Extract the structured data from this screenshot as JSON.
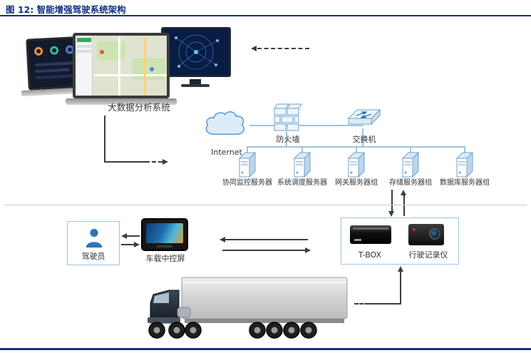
{
  "header": {
    "title": "图 12: 智能增强驾驶系统架构"
  },
  "colors": {
    "accent": "#10307F",
    "connector": "#9CC6E0",
    "node_border": "#9DC3E6"
  },
  "nodes": {
    "big_data_system": "大数据分析系统",
    "internet": "Internet",
    "firewall": "防火墙",
    "switch": "交换机",
    "servers": [
      "协同监控服务器",
      "系统调度服务器",
      "网关服务器组",
      "存储服务器组",
      "数据库服务器组"
    ],
    "driver": "驾驶员",
    "center_screen": "车载中控屏",
    "tbox": "T-BOX",
    "recorder": "行驶记录仪"
  }
}
